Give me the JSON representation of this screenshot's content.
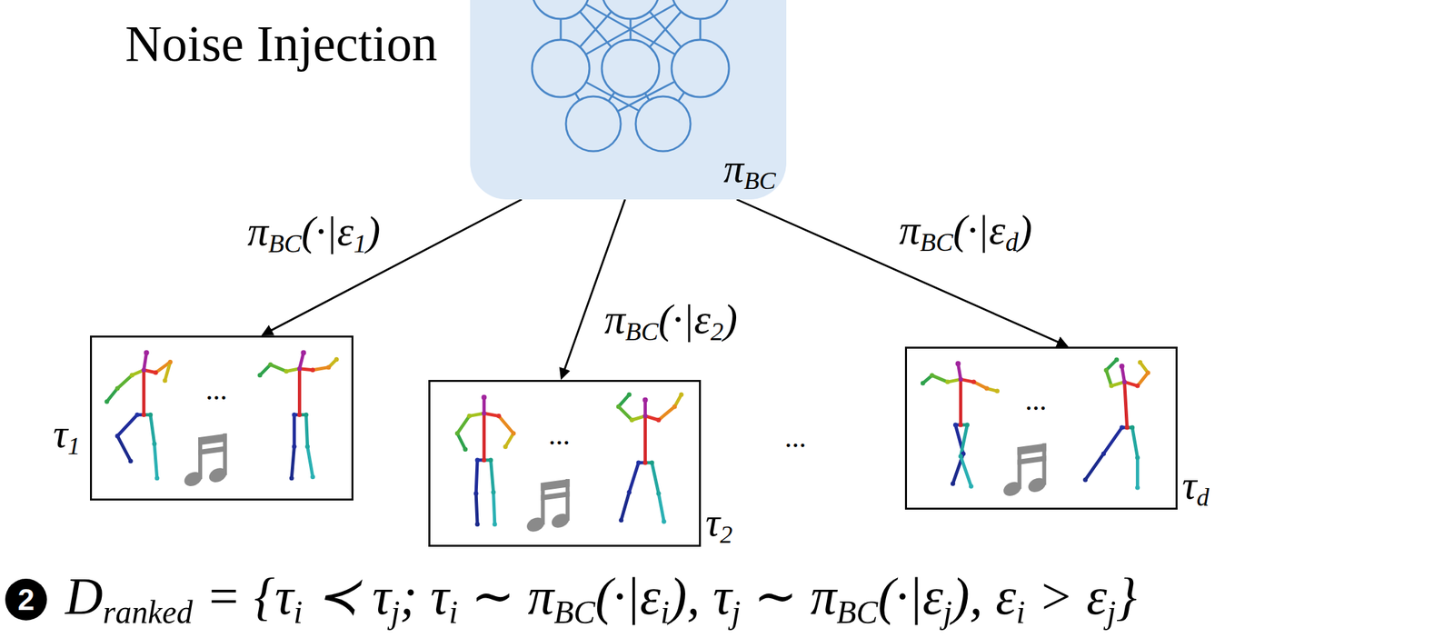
{
  "diagram": {
    "nodes": [
      {
        "text": [
          "πBC"
        ]
      },
      {
        "text": [
          "τ1"
        ]
      },
      {
        "text": [
          "τ2"
        ]
      },
      {
        "text": [
          "τd"
        ]
      },
      {
        "text": [
          "2"
        ]
      }
    ],
    "edges": [
      {
        "from": 0,
        "to": 1,
        "arrow": "to",
        "label": "πBC(·|ε1)"
      },
      {
        "from": 0,
        "to": 2,
        "arrow": "to",
        "label": "πBC(·|ε2)"
      },
      {
        "from": 0,
        "to": 3,
        "arrow": "to",
        "label": "πBC(·|εd)"
      }
    ],
    "labels": [
      "Noise Injection",
      "...",
      "...",
      "...",
      "...",
      "Dranked = {τi ≺ τj; τi ∼ πBC(·|εi), τj ∼ πBC(·|εj), εi > εj}"
    ]
  }
}
